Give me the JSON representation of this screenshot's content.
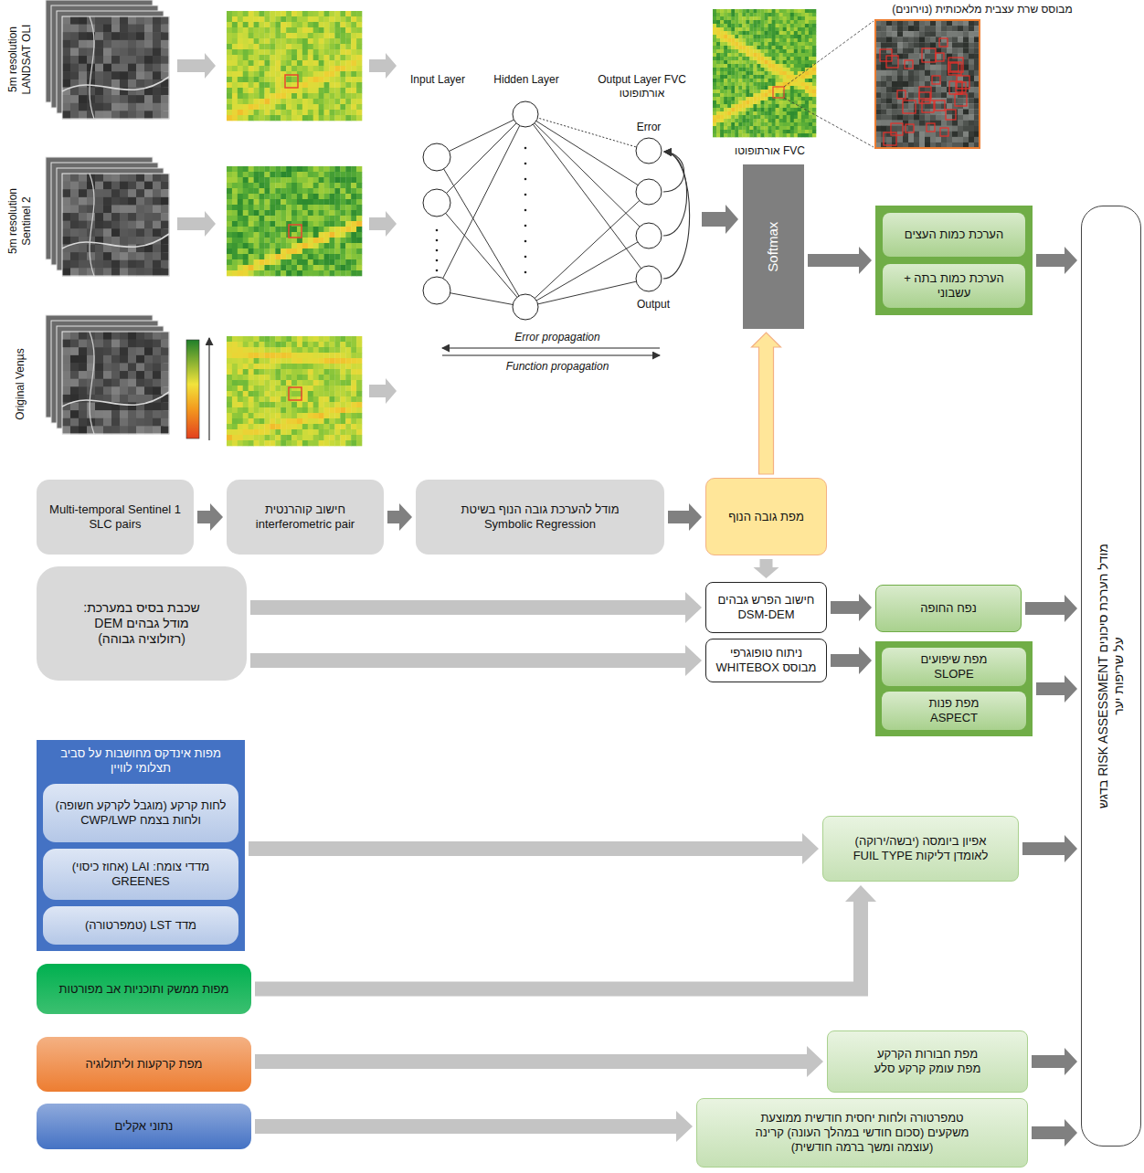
{
  "diagram": {
    "nodes": [
      {
        "text": [
          "Softmax"
        ]
      },
      {
        "text": []
      },
      {
        "text": [
          "הערכת כמות העצים"
        ],
        "in": 1
      },
      {
        "text": [
          "הערכת כמות בתה + עשבוני"
        ],
        "in": 1
      },
      {
        "text": [
          "מודל הערכת סיכונים RISK ASSESSMENT בדגש על שריפות יער"
        ]
      },
      {
        "text": [
          "Multi-temporal Sentinel 1 SLC pairs"
        ]
      },
      {
        "text": [
          "חישוב קוהרנטית interferometric pair"
        ]
      },
      {
        "text": [
          "מודל להערכת גובה הנוף בשיטת Symbolic Regression"
        ]
      },
      {
        "text": [
          "מפת גובה הנוף"
        ]
      },
      {
        "text": [
          "שכבת בסיס במערכת: מודל גבהים DEM (רזולוציה גבוהה)"
        ]
      },
      {
        "text": [
          "חישוב הפרש גבהים DSM-DEM"
        ]
      },
      {
        "text": [
          "נפח החופה"
        ]
      },
      {
        "text": [
          "ניתוח טופוגרפי מבוסס WHITEBOX"
        ]
      },
      {
        "text": []
      },
      {
        "text": [
          "מפת שיפועים SLOPE"
        ],
        "in": 13
      },
      {
        "text": [
          "מפת פנות ASPECT"
        ],
        "in": 13
      },
      {
        "text": [
          "מפות אינדקס מחושבות על סביב תצלומי לוויין"
        ]
      },
      {
        "text": [
          "לחות קרקע (מוגבל לקרקע חשופה) ולחות בצמח CWP/LWP"
        ],
        "in": 16
      },
      {
        "text": [
          "מדדי צומח: LAI (אחוז כיסוי) GREENES"
        ],
        "in": 16
      },
      {
        "text": [
          "מדד LST (טמפרטורה)"
        ],
        "in": 16
      },
      {
        "text": [
          "אפיון ביומסה (יבשה/ירוקה) לאומדן דליקות FUIL TYPE"
        ]
      },
      {
        "text": [
          "מפות ממשק ותוכניות אב מפורטות"
        ]
      },
      {
        "text": [
          "מפת קרקעות וליתולוגיה"
        ]
      },
      {
        "text": [
          "מפת חבורות הקרקע מפת עומק קרקע סלע"
        ]
      },
      {
        "text": [
          "נתוני אקלים"
        ]
      },
      {
        "text": [
          "טמפרטורה ולחות יחסית חודשית ממוצעת משקעים (סכום חודשי במהלך העונה) קרינה (עוצמה ומשך ברמה חודשית)"
        ]
      }
    ],
    "edges": [
      {
        "from": 0,
        "to": 1,
        "arrow": "to"
      },
      {
        "from": 1,
        "to": 4,
        "arrow": "to"
      },
      {
        "from": 5,
        "to": 6,
        "arrow": "to"
      },
      {
        "from": 6,
        "to": 7,
        "arrow": "to"
      },
      {
        "from": 7,
        "to": 8,
        "arrow": "to"
      },
      {
        "from": 8,
        "to": 0,
        "arrow": "to"
      },
      {
        "from": 8,
        "to": 10,
        "arrow": "to"
      },
      {
        "from": 9,
        "to": 10,
        "arrow": "to"
      },
      {
        "from": 9,
        "to": 12,
        "arrow": "to"
      },
      {
        "from": 10,
        "to": 11,
        "arrow": "to"
      },
      {
        "from": 11,
        "to": 4,
        "arrow": "to"
      },
      {
        "from": 12,
        "to": 13,
        "arrow": "to"
      },
      {
        "from": 13,
        "to": 4,
        "arrow": "to"
      },
      {
        "from": 16,
        "to": 20,
        "arrow": "to"
      },
      {
        "from": 21,
        "to": 20,
        "arrow": "to"
      },
      {
        "from": 20,
        "to": 4,
        "arrow": "to"
      },
      {
        "from": 22,
        "to": 23,
        "arrow": "to"
      },
      {
        "from": 23,
        "to": 4,
        "arrow": "to"
      },
      {
        "from": 24,
        "to": 25,
        "arrow": "to"
      },
      {
        "from": 25,
        "to": 4,
        "arrow": "to"
      }
    ],
    "labels": [
      "מבוסס שרת עצבית מלאכותית (נוירונים)",
      "5m resolution LANDSAT OLI",
      "5m resolution Sentinel 2",
      "Original Venµs",
      "Input Layer",
      "Hidden Layer",
      "Output Layer FVC אורתופוטו",
      "Error",
      "Output",
      "Error propagation",
      "Function propagation",
      "אורתופוטו FVC"
    ]
  }
}
